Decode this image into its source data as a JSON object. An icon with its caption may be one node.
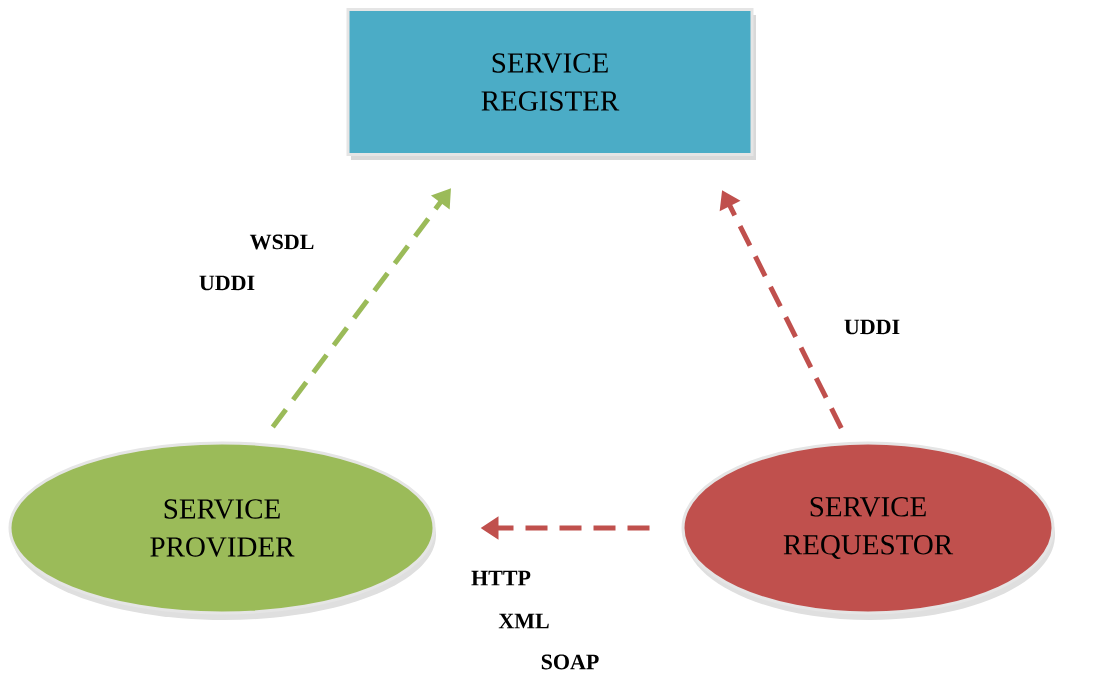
{
  "diagram": {
    "nodes": [
      {
        "text": [
          "SERVICE REGISTER"
        ]
      },
      {
        "text": [
          "SERVICE PROVIDER"
        ]
      },
      {
        "text": [
          "SERVICE REQUESTOR"
        ]
      }
    ],
    "edges": [
      {
        "from": 1,
        "to": 0,
        "arrow": "to",
        "style": "dashed",
        "color": "#9bbb59"
      },
      {
        "from": 2,
        "to": 0,
        "arrow": "to",
        "style": "dashed"
      },
      {
        "from": 2,
        "to": 1,
        "arrow": "to",
        "style": "dashed"
      }
    ],
    "labels": [
      "WSDL",
      "UDDI",
      "UDDI",
      "HTTP",
      "XML",
      "SOAP"
    ]
  }
}
